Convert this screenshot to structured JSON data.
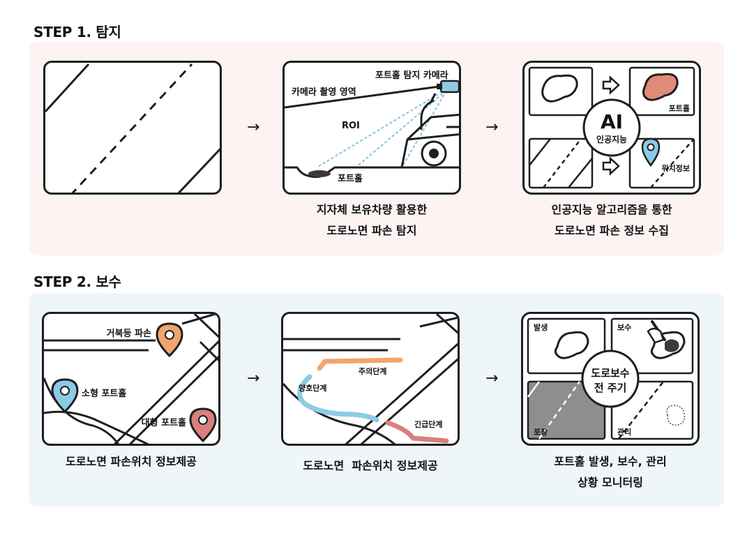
{
  "step1": {
    "title": "STEP 1. 탐지",
    "card2": {
      "camera": "포트홀 탐지 카메라",
      "area": "카메라 촬영 영역",
      "roi": "ROI",
      "pothole": "포트홀"
    },
    "card3": {
      "ai": "AI",
      "ai_sub": "인공지능",
      "pothole": "포트홀",
      "location": "위치정보"
    },
    "captions": [
      [
        "지자체 보유차량 활용한",
        "도로노면 파손 탐지"
      ],
      [
        "인공지능 알고리즘을 통한",
        "도로노면 파손 정보 수집"
      ]
    ]
  },
  "step2": {
    "title": "STEP 2. 보수",
    "card1": {
      "crack": "거북등 파손",
      "small": "소형 포트홀",
      "large": "대형 포트홀"
    },
    "card2": {
      "caution": "주의단계",
      "good": "양호단계",
      "urgent": "긴급단계"
    },
    "card3": {
      "occur": "발생",
      "repair": "보수",
      "pave": "포장",
      "manage": "관리",
      "center1": "도로보수",
      "center2": "전 주기"
    },
    "captions": [
      [
        "도로노면 파손위치 정보제공"
      ],
      [
        "도로노면  파손위치 정보제공"
      ],
      [
        "포트홀 발생, 보수, 관리",
        "상황 모니터링"
      ]
    ]
  },
  "arrow": "→",
  "colors": {
    "step1_bg": "#fdf3f3",
    "step2_bg": "#eef6f9",
    "pin_orange": "#f0a56e",
    "pin_blue": "#8ccbe6",
    "pin_red": "#d97f7f",
    "pothole_red": "#e08a78",
    "dash_blue": "#7fc3e0"
  },
  "icons": [
    "arrow-right-icon",
    "camera-icon",
    "car-icon",
    "location-pin-icon",
    "repair-hand-icon"
  ]
}
